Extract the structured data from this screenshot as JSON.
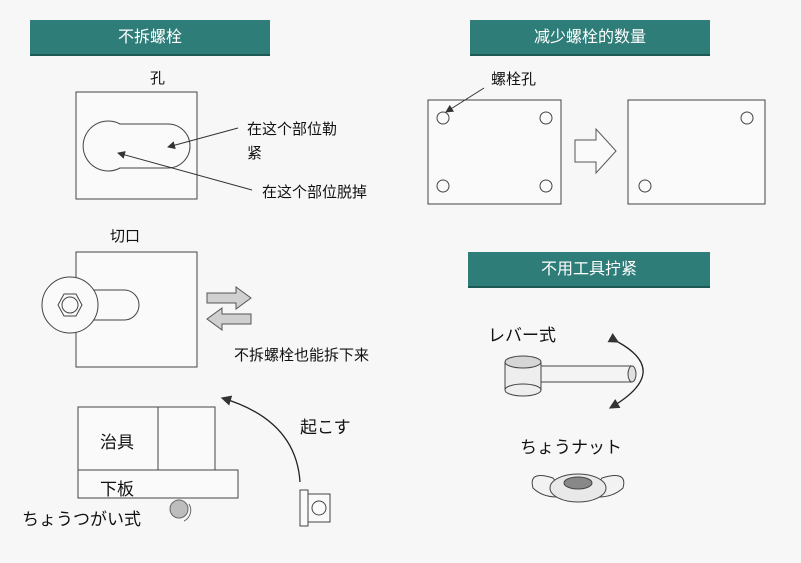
{
  "sections": {
    "no_remove_bolt": "不拆螺栓",
    "reduce_bolts": "减少螺栓的数量",
    "no_tools": "不用工具拧紧"
  },
  "hole_panel": {
    "hole_label": "孔",
    "tighten_here": "在这个部位勒\n紧",
    "detach_here": "在这个部位脱掉"
  },
  "slot_panel": {
    "cutout_label": "切口",
    "caption": "不拆螺栓也能拆下来"
  },
  "reduce_panel": {
    "bolt_hole_label": "螺栓孔"
  },
  "hinge_panel": {
    "jig_label": "治具",
    "lower_plate_label": "下板",
    "hinge_label": "ちょうつがい式",
    "raise_label": "起こす"
  },
  "tools_panel": {
    "lever_label": "レバー式",
    "wing_nut_label": "ちょうナット"
  },
  "colors": {
    "banner": "#2f7d78",
    "line": "#444444",
    "arrow_fill": "#d0d0d0"
  }
}
